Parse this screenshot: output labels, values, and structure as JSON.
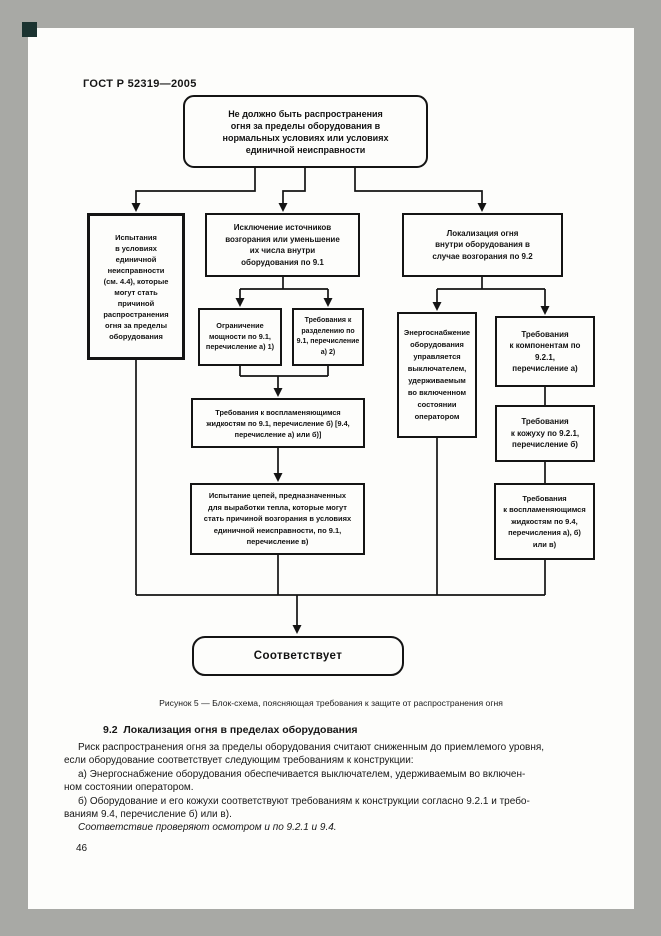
{
  "header": {
    "title": "ГОСТ Р 52319—2005"
  },
  "flowchart": {
    "boxes": {
      "no_spread": "Не должно быть распространения\nогня за пределы оборудования в\nнормальных условиях или условиях\nединичной неисправности",
      "fault_tests": "Испытания\nв условиях\nединичной\nнеисправности\n(см. 4.4), которые\nмогут стать\nпричиной\nраспространения\nогня за пределы\nоборудования",
      "ignition_sources": "Исключение источников\nвозгорания или уменьшение\nих числа внутри\nоборудования по 9.1",
      "localization": "Локализация огня\nвнутри оборудования в\nслучае возгорания по 9.2",
      "power_limit": "Ограничение\nмощности по 9.1,\nперечисление а) 1)",
      "separation": "Требования к\nразделению по\n9.1, перечисление\nа) 2)",
      "flammable_liquids_91": "Требования к воспламеняющимся\nжидкостям по 9.1, перечисление б) [9.4,\nперечисление а) или б)]",
      "heat_circuits": "Испытание цепей, предназначенных\nдля выработки тепла, которые могут\nстать причиной возгорания в условиях\nединичной неисправности, по 9.1,\nперечисление в)",
      "power_switch": "Энергоснабжение\nоборудования\nуправляется\nвыключателем,\nудерживаемым\nво включенном\nсостоянии\nоператором",
      "components": "Требования\nк компонентам по\n9.2.1,\nперечисление а)",
      "enclosure": "Требования\nк кожуху по 9.2.1,\nперечисление б)",
      "flammable_liquids_94": "Требования\nк воспламеняющимся\nжидкостям по 9.4,\nперечисления а), б)\nили в)",
      "complies": "Соответствует"
    }
  },
  "figure": {
    "caption": "Рисунок 5 — Блок-схема, поясняющая требования к защите от распространения огня"
  },
  "section": {
    "heading": "9.2  Локализация огня в пределах оборудования"
  },
  "body": {
    "p1": "Риск распространения огня за пределы оборудования считают сниженным до приемлемого уровня,\nесли оборудование соответствует следующим требованиям к конструкции:",
    "p2": "а) Энергоснабжение оборудования обеспечивается выключателем, удерживаемым во включен-\nном состоянии оператором.",
    "p3": "б) Оборудование и его кожухи соответствуют требованиям к конструкции согласно 9.2.1 и требо-\nваниям 9.4, перечисление б) или в).",
    "p4": "Соответствие проверяют осмотром и по 9.2.1 и 9.4."
  },
  "footer": {
    "page_number": "46"
  }
}
